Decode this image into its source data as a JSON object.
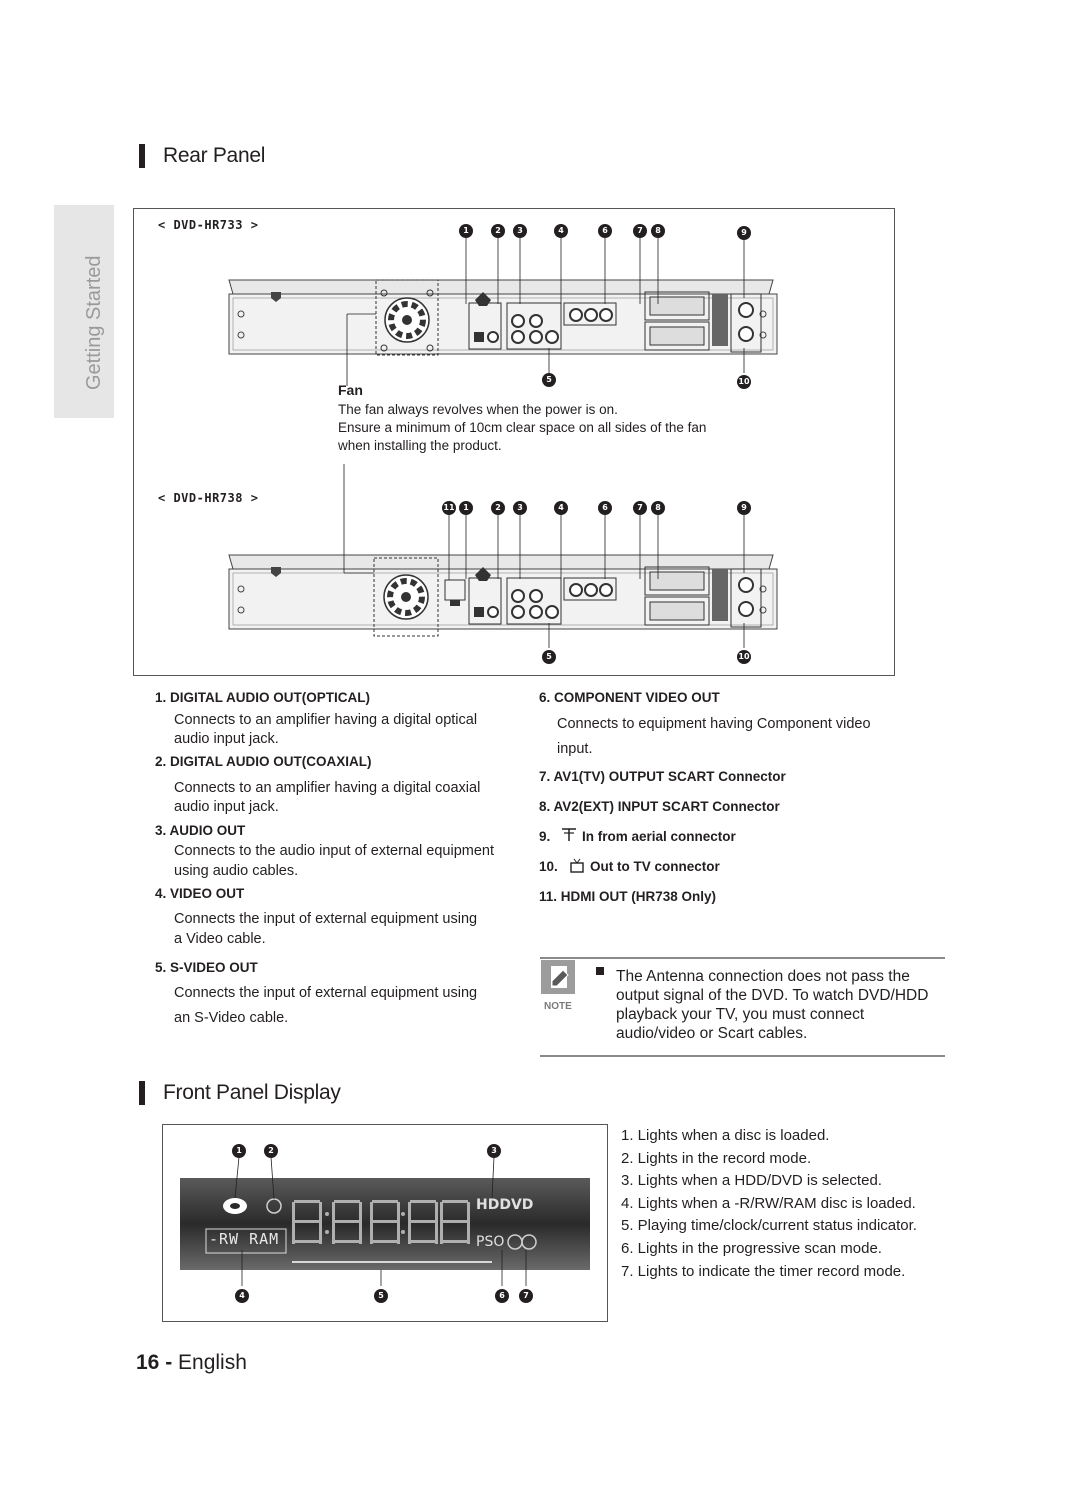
{
  "side_tab": {
    "label": "Getting Started"
  },
  "rear_panel": {
    "title": "Rear Panel",
    "model_a": "< DVD-HR733 >",
    "model_b": "< DVD-HR738 >",
    "fan_label": "Fan",
    "fan_line1": "The fan always revolves when the power is on.",
    "fan_line2": "Ensure a minimum of 10cm clear space on all sides of the fan",
    "fan_line3": "when installing the product.",
    "callouts_a": [
      "1",
      "2",
      "3",
      "4",
      "6",
      "7",
      "8",
      "9"
    ],
    "callouts_a_bottom": [
      "5",
      "10"
    ],
    "callouts_b": [
      "11",
      "1",
      "2",
      "3",
      "4",
      "6",
      "7",
      "8",
      "9"
    ],
    "callouts_b_bottom": [
      "5",
      "10"
    ]
  },
  "items_left": [
    {
      "title": "1. DIGITAL AUDIO OUT(OPTICAL)",
      "line1": "Connects to an amplifier having a digital optical",
      "line2": "audio input jack."
    },
    {
      "title": "2. DIGITAL AUDIO OUT(COAXIAL)",
      "line1": "Connects to an amplifier having a digital coaxial",
      "line2": "audio input jack."
    },
    {
      "title": "3. AUDIO OUT",
      "line1": "Connects to the audio input of external equipment",
      "line2": "using audio cables."
    },
    {
      "title": "4. VIDEO OUT",
      "line1": "Connects the input of external equipment using",
      "line2": "a Video cable."
    },
    {
      "title": "5. S-VIDEO OUT",
      "line1": "Connects the input of external equipment using",
      "line2": "an S-Video cable."
    }
  ],
  "items_right": {
    "component_title": "6. COMPONENT VIDEO OUT",
    "component_line1": "Connects to equipment having Component video",
    "component_line2": "input.",
    "item7": "7. AV1(TV) OUTPUT SCART Connector",
    "item8": "8. AV2(EXT) INPUT SCART Connector",
    "item9_num": "9.",
    "item9": "In from aerial connector",
    "item10_num": "10.",
    "item10": "Out to TV connector",
    "item11": "11. HDMI OUT (HR738 Only)"
  },
  "note": {
    "label": "NOTE",
    "line1": "The Antenna connection does not pass the",
    "line2": "output signal of the DVD. To watch DVD/HDD",
    "line3": "playback your TV, you must connect",
    "line4": "audio/video or Scart cables."
  },
  "front_panel": {
    "title": "Front Panel Display",
    "display_rw": "-RW RAM",
    "display_hddvd": "HDDVD",
    "display_pso": "PSO",
    "callouts_top": [
      "1",
      "2",
      "3"
    ],
    "callouts_bottom": [
      "4",
      "5",
      "6",
      "7"
    ],
    "list": [
      "1. Lights when a disc is loaded.",
      "2. Lights in the record mode.",
      "3. Lights when a HDD/DVD is selected.",
      "4. Lights when a -R/RW/RAM disc is loaded.",
      "5. Playing time/clock/current status indicator.",
      "6. Lights in the progressive scan mode.",
      "7. Lights to indicate the timer record mode."
    ]
  },
  "footer": {
    "page": "16 - ",
    "language": "English"
  }
}
